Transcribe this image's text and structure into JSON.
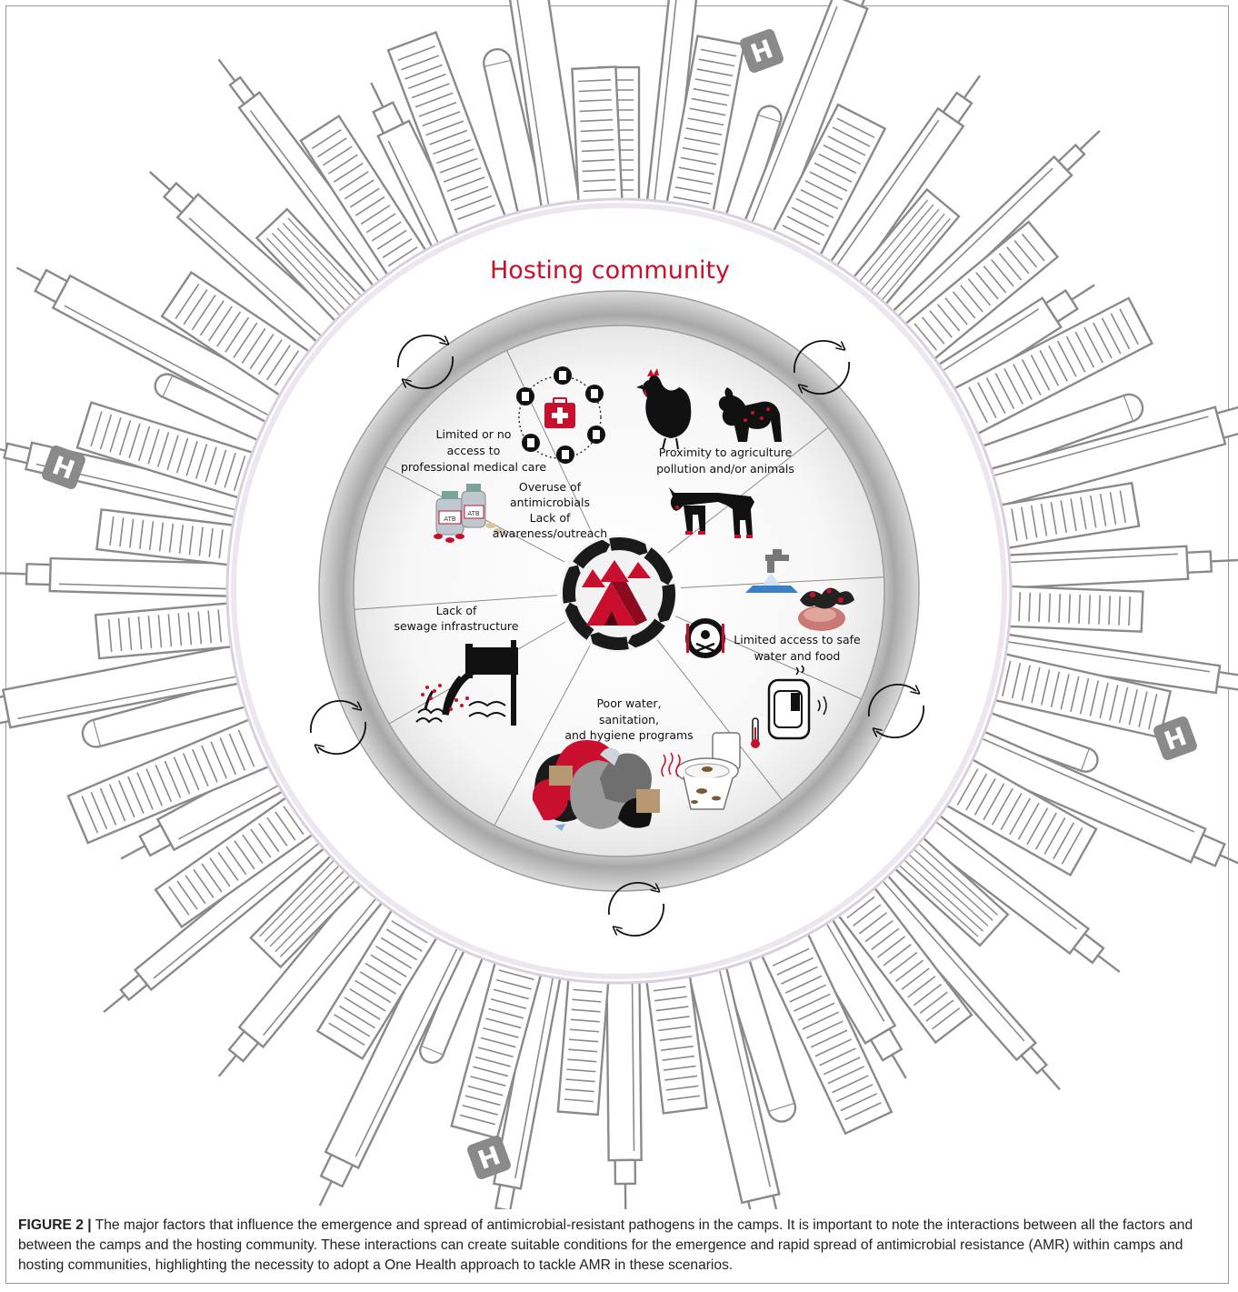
{
  "figure": {
    "ring_title": "Hosting community",
    "hospital_badge_letter": "H",
    "factors": [
      {
        "id": "medical",
        "lines": [
          "Limited or no",
          "access to",
          "professional medical care"
        ]
      },
      {
        "id": "agriculture",
        "lines": [
          "Proximity to agriculture",
          "pollution and/or animals"
        ]
      },
      {
        "id": "antimicrobials",
        "lines": [
          "Overuse of",
          "antimicrobials",
          "Lack of",
          "awareness/outreach"
        ]
      },
      {
        "id": "sewage",
        "lines": [
          "Lack of",
          "sewage infrastructure"
        ]
      },
      {
        "id": "water-food",
        "lines": [
          "Limited access to safe",
          "water and food"
        ]
      },
      {
        "id": "wash",
        "lines": [
          "Poor water,",
          "sanitation,",
          "and hygiene programs"
        ]
      }
    ],
    "pill_labels": [
      "ATB",
      "ATB"
    ]
  },
  "caption": {
    "label": "FIGURE 2 |",
    "text": " The major factors that influence the emergence and spread of antimicrobial-resistant pathogens in the camps. It is important to note the interactions between all the factors and between the camps and the hosting community. These interactions can create suitable conditions for the emergence and rapid spread of antimicrobial resistance (AMR) within camps and hosting communities, highlighting the necessity to adopt a One Health approach to tackle AMR in these scenarios."
  },
  "colors": {
    "accent_red": "#c8102e",
    "skyline_gray": "#8a8a8a",
    "ring_gray": "#b9b9b9",
    "icon_black": "#111111"
  }
}
